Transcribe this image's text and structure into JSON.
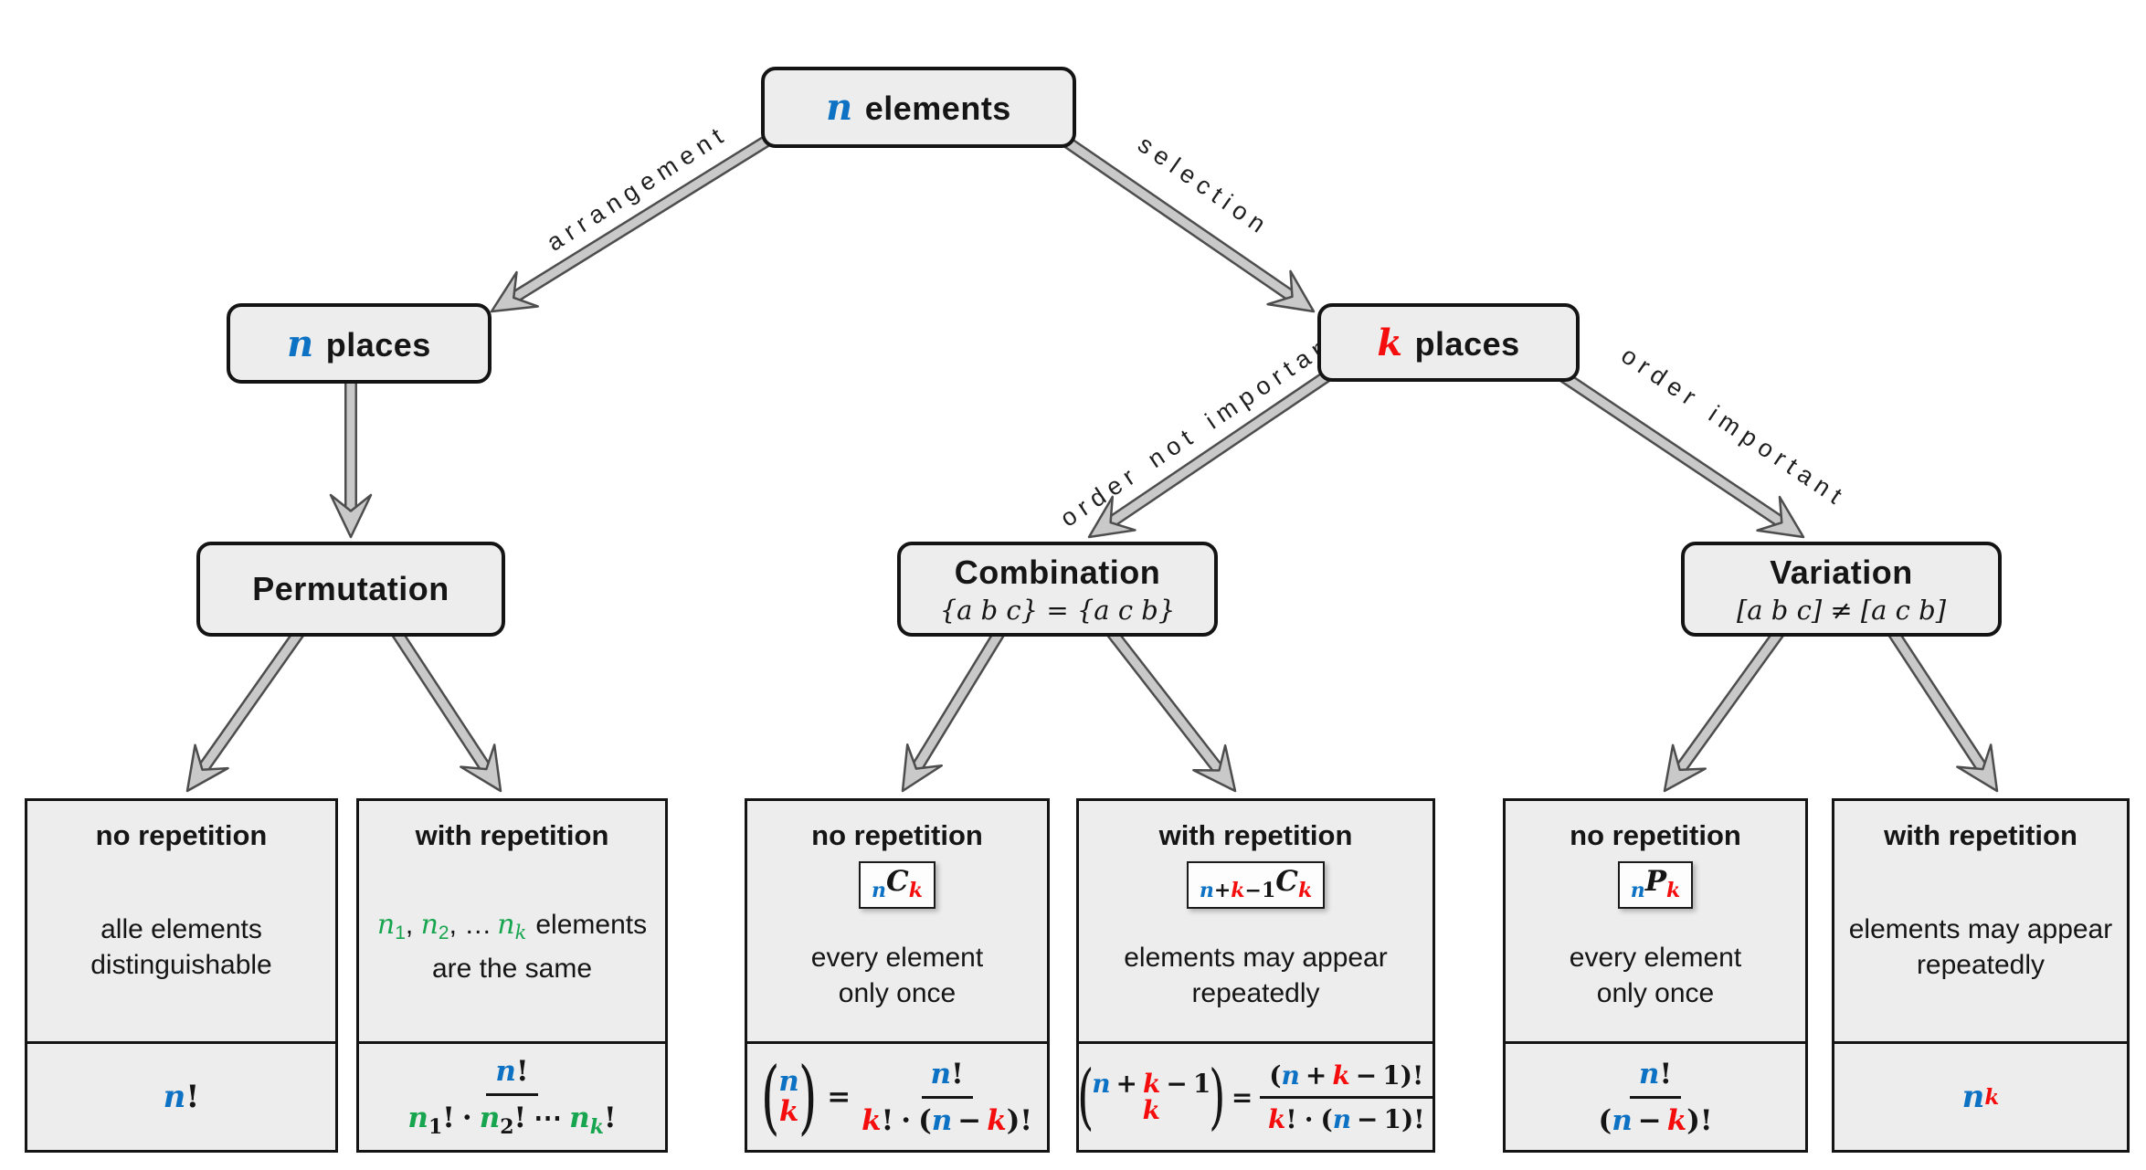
{
  "colors": {
    "blue": "#0d72c4",
    "red": "#f50d0d",
    "green": "#18a54f",
    "box_fill": "#ededed",
    "arrow_fill": "#c9c9c9",
    "arrow_outline": "#4d4d4d"
  },
  "root": {
    "var": "n",
    "word": "elements"
  },
  "n_places": {
    "var": "n",
    "word": "places"
  },
  "k_places": {
    "var": "k",
    "word": "places"
  },
  "edges": {
    "arrangement": "arrangement",
    "selection": "selection",
    "order_not": "order not important",
    "order_important": "order important"
  },
  "level3": {
    "permutation": "Permutation",
    "combination": "Combination",
    "combination_example": "{a b c} = {a c b}",
    "variation": "Variation",
    "variation_example": "[a b c] ≠ [a c b]"
  },
  "glyphs": {
    "n": "n",
    "k": "k",
    "C": "C",
    "P": "P",
    "bang": "!",
    "plus": "+",
    "minus": "−",
    "one": "1",
    "two": "2",
    "cdot": "·",
    "cdots": "⋯",
    "ellipsis": "…",
    "comma": ",",
    "eq": "=",
    "lp": "(",
    "rp": ")"
  },
  "leaves": {
    "perm_no": {
      "header": "no repetition",
      "desc1": "alle elements",
      "desc2": "distinguishable"
    },
    "perm_with": {
      "header": "with repetition",
      "desc_suffix": "elements",
      "desc2": "are the same"
    },
    "comb_no": {
      "header": "no repetition",
      "desc1": "every element",
      "desc2": "only once"
    },
    "comb_with": {
      "header": "with repetition",
      "desc1": "elements may appear",
      "desc2": "repeatedly"
    },
    "var_no": {
      "header": "no repetition",
      "desc1": "every element",
      "desc2": "only once"
    },
    "var_with": {
      "header": "with repetition",
      "desc1": "elements may appear",
      "desc2": "repeatedly"
    }
  }
}
